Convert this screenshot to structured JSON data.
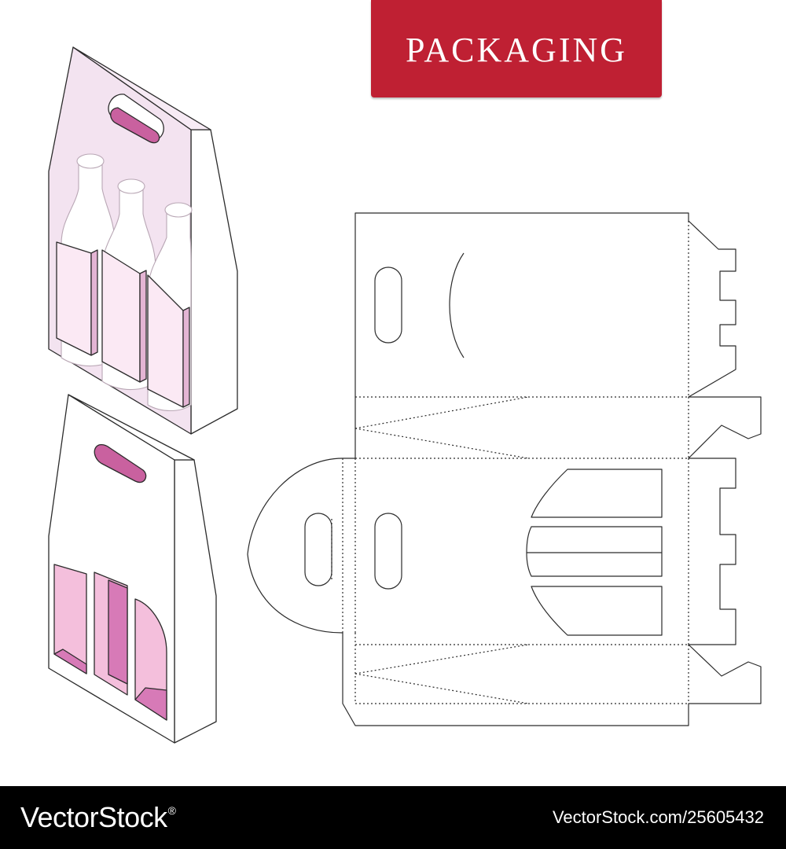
{
  "banner": {
    "title": "PACKAGING"
  },
  "footer": {
    "brand": "VectorStock",
    "brand_mark": "®",
    "image_id": "VectorStock.com/25605432"
  },
  "colors": {
    "banner_red": "#bf2033",
    "outline": "#2b2b2b",
    "pink_light": "#f3e3f0",
    "pink_window": "#f4bfdc",
    "pink_dark": "#d77ab7",
    "handle_pink": "#c9619f",
    "footer_bg": "#000000"
  },
  "figures": [
    {
      "name": "carrier-box-clear-window",
      "contents": "three bottles"
    },
    {
      "name": "carrier-box-three-windows",
      "contents": "empty"
    },
    {
      "name": "die-cut-template",
      "contents": "flat dieline"
    }
  ]
}
